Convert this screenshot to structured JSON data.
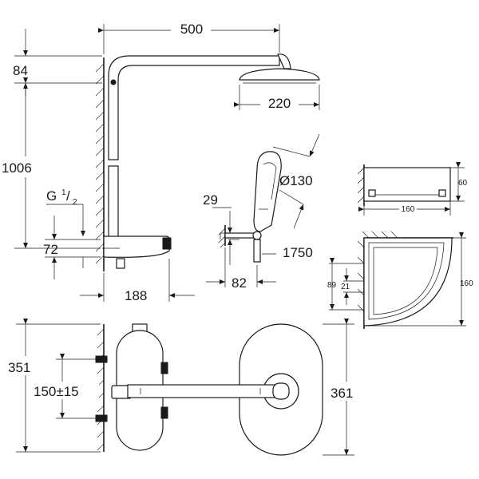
{
  "dimensions": {
    "total_width": "500",
    "top_offset": "84",
    "total_height": "1006",
    "thread_prefix": "G",
    "thread_num": "1",
    "thread_den": "2",
    "inlet_height": "72",
    "head_diameter": "220",
    "handshower_diameter": "Ø130",
    "holder_height": "29",
    "handshower_height": "1750",
    "holder_depth": "82",
    "projection": "188",
    "shelf_height": "60",
    "shelf_width": "160",
    "corner_depth": "160",
    "corner_d1": "89",
    "corner_d2": "21",
    "thermostat_height": "351",
    "connection_spacing": "150±15",
    "plate_height": "361"
  }
}
